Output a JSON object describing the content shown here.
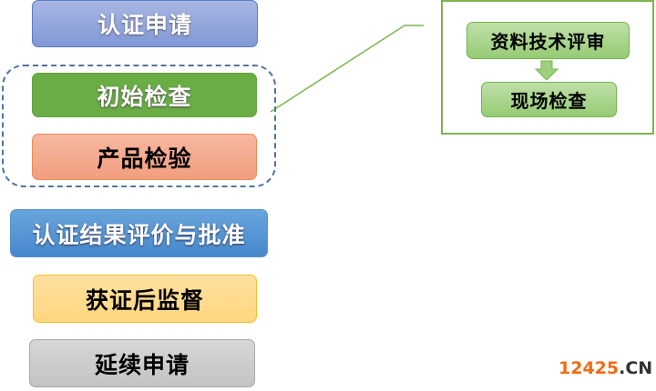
{
  "steps": [
    "认证申请",
    "初始检查",
    "产品检验",
    "认证结果评价与批准",
    "获证后监督",
    "延续申请"
  ],
  "initial_inspection_detail": [
    "资料技术评审",
    "现场检查"
  ],
  "watermark": {
    "number": "12425",
    "suffix": ".CN"
  }
}
